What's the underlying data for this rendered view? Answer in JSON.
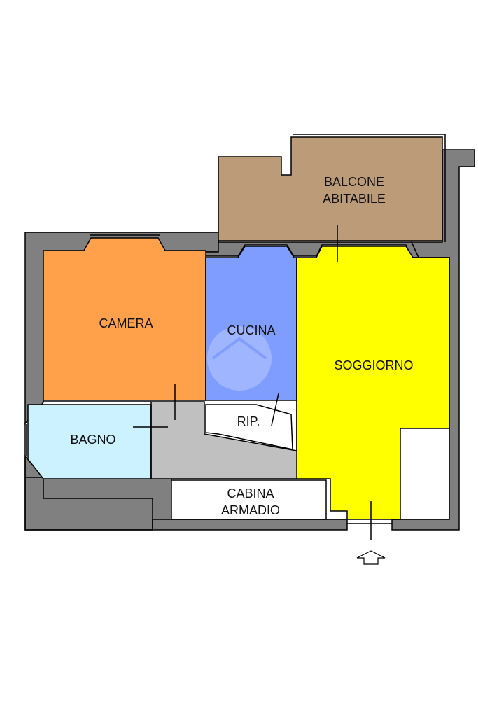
{
  "rooms": {
    "balcone": {
      "line1": "BALCONE",
      "line2": "ABITABILE",
      "color": "#BC9B78"
    },
    "camera": {
      "label": "CAMERA",
      "color": "#FFA14A"
    },
    "cucina": {
      "label": "CUCINA",
      "color": "#7F9CFF"
    },
    "soggiorno": {
      "label": "SOGGIORNO",
      "color": "#FFFF00"
    },
    "bagno": {
      "label": "BAGNO",
      "color": "#CCF2FF"
    },
    "rip": {
      "label": "RIP.",
      "color": "#FFFFFF"
    },
    "cabina": {
      "line1": "CABINA",
      "line2": "ARMADIO",
      "color": "#FFFFFF"
    },
    "disimpegno": {
      "color": "#C0C0C0"
    }
  },
  "wall_color": "#808080",
  "entrance": {
    "icon": "entrance-arrow-icon"
  }
}
